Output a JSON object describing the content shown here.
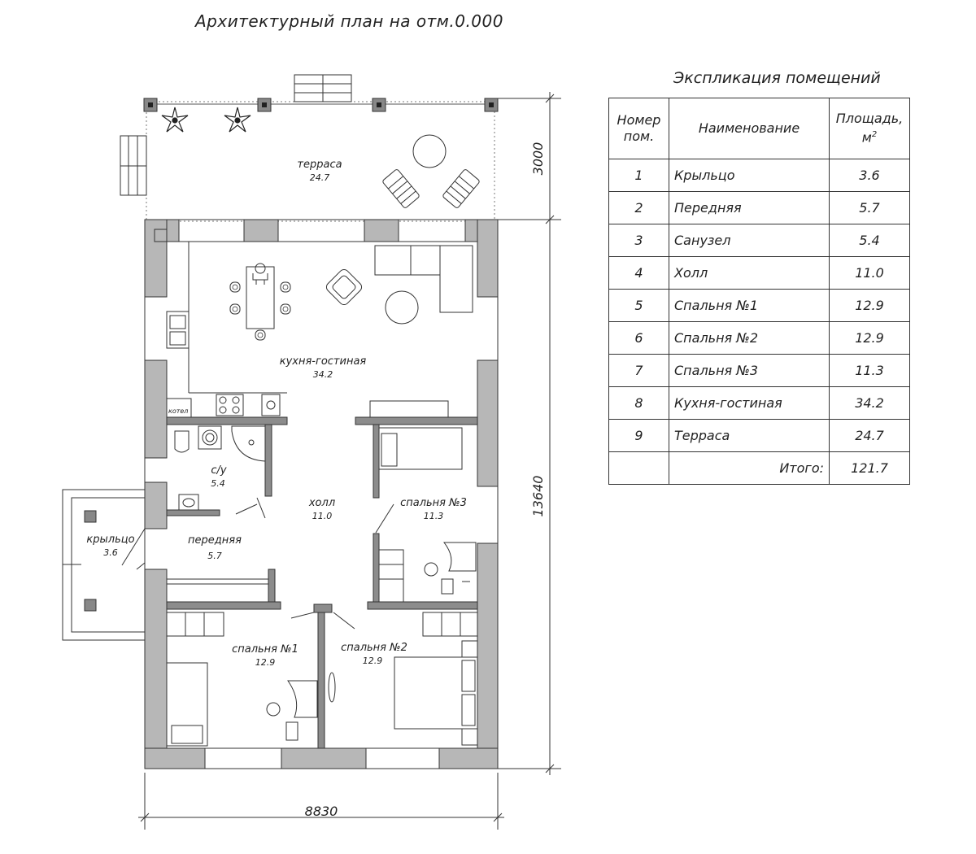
{
  "plan": {
    "title": "Архитектурный план на отм.0.000",
    "dimensions": {
      "width": "8830",
      "height_total": "13640",
      "terrace_depth": "3000"
    },
    "rooms": {
      "terrace": {
        "name": "терраса",
        "area": "24.7"
      },
      "kitchen": {
        "name": "кухня-гостиная",
        "area": "34.2"
      },
      "bathroom": {
        "name": "с/у",
        "area": "5.4"
      },
      "hall": {
        "name": "холл",
        "area": "11.0"
      },
      "bedroom3": {
        "name": "спальня №3",
        "area": "11.3"
      },
      "porch": {
        "name": "крыльцо",
        "area": "3.6"
      },
      "entry": {
        "name": "передняя",
        "area": "5.7"
      },
      "bedroom1": {
        "name": "спальня №1",
        "area": "12.9"
      },
      "bedroom2": {
        "name": "спальня №2",
        "area": "12.9"
      }
    },
    "boiler_label": "котел"
  },
  "explication": {
    "title": "Экспликация помещений",
    "headers": {
      "number_line1": "Номер",
      "number_line2": "пом.",
      "name": "Наименование",
      "area_line1": "Площадь,",
      "area_line2": "м",
      "area_sup": "2"
    },
    "rows": [
      {
        "num": "1",
        "name": "Крыльцо",
        "area": "3.6"
      },
      {
        "num": "2",
        "name": "Передняя",
        "area": "5.7"
      },
      {
        "num": "3",
        "name": "Санузел",
        "area": "5.4"
      },
      {
        "num": "4",
        "name": "Холл",
        "area": "11.0"
      },
      {
        "num": "5",
        "name": "Спальня №1",
        "area": "12.9"
      },
      {
        "num": "6",
        "name": "Спальня №2",
        "area": "12.9"
      },
      {
        "num": "7",
        "name": "Спальня №3",
        "area": "11.3"
      },
      {
        "num": "8",
        "name": "Кухня-гостиная",
        "area": "34.2"
      },
      {
        "num": "9",
        "name": "Терраса",
        "area": "24.7"
      }
    ],
    "total_label": "Итого:",
    "total_value": "121.7"
  }
}
